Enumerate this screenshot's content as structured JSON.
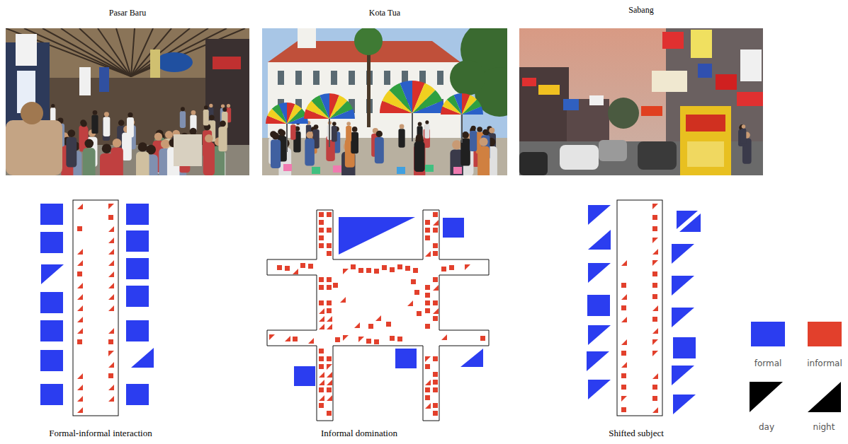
{
  "diagram": {
    "labels": [
      "Pasar Baru",
      "Kota Tua",
      "Sabang",
      "Formal-informal interaction",
      "Informal domination",
      "Shifted subject"
    ],
    "legend": [
      {
        "text": "formal",
        "color": "#2b3df0"
      },
      {
        "text": "informal",
        "color": "#e2402c"
      },
      {
        "text": "day"
      },
      {
        "text": "night"
      }
    ]
  }
}
